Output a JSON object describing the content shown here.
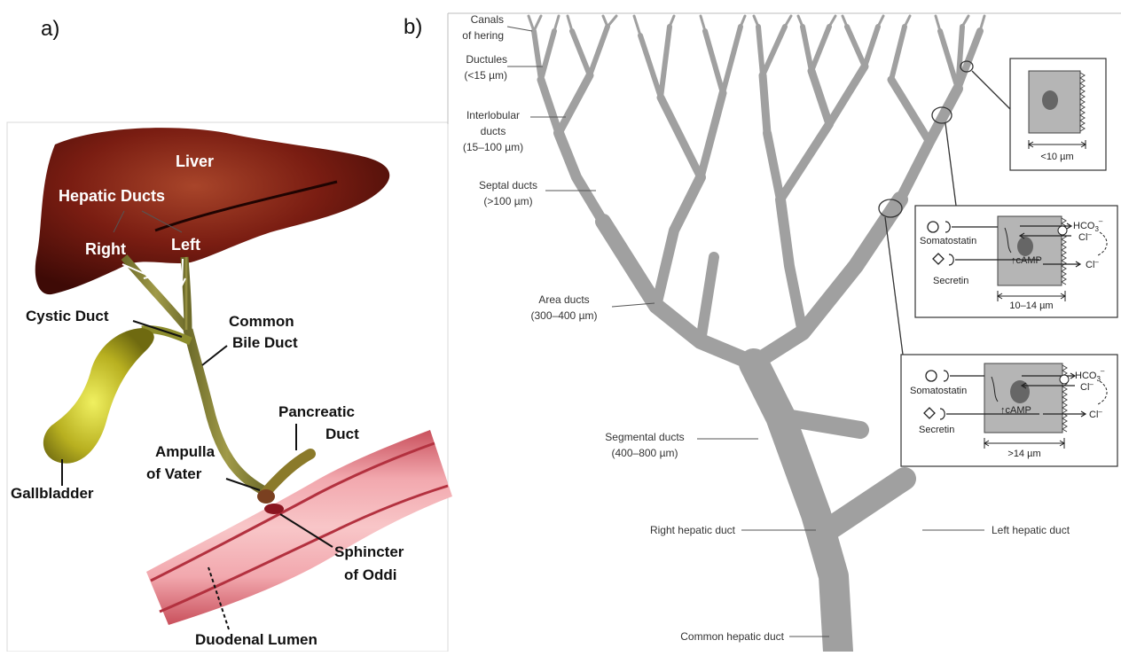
{
  "panel_a": {
    "letter": "a)",
    "liver": "Liver",
    "hepatic_ducts": "Hepatic Ducts",
    "right": "Right",
    "left": "Left",
    "cystic_duct": "Cystic Duct",
    "common_bile_duct": [
      "Common",
      "Bile Duct"
    ],
    "pancreatic_duct": [
      "Pancreatic",
      "Duct"
    ],
    "ampulla": [
      "Ampulla",
      "of Vater"
    ],
    "gallbladder": "Gallbladder",
    "sphincter": [
      "Sphincter",
      "of Oddi"
    ],
    "duodenal_lumen": "Duodenal Lumen"
  },
  "panel_b": {
    "letter": "b)",
    "canals": [
      "Canals",
      "of hering"
    ],
    "ductules": [
      "Ductules",
      "(<15 µm)"
    ],
    "interlobular": [
      "Interlobular",
      "ducts",
      "(15–100 µm)"
    ],
    "septal": [
      "Septal ducts",
      "(>100 µm)"
    ],
    "area": [
      "Area ducts",
      "(300–400 µm)"
    ],
    "segmental": [
      "Segmental ducts",
      "(400–800 µm)"
    ],
    "right_hepatic": "Right hepatic duct",
    "left_hepatic": "Left hepatic duct",
    "common_hepatic": "Common hepatic duct",
    "insets": [
      {
        "size": "<10 µm"
      },
      {
        "somatostatin": "Somatostatin",
        "secretin": "Secretin",
        "hco3": "HCO",
        "hco3_sub": "3",
        "hco3_sup": "–",
        "cl": "Cl",
        "cl_sup": "–",
        "camp": "↑cAMP",
        "size": "10–14 µm"
      },
      {
        "somatostatin": "Somatostatin",
        "secretin": "Secretin",
        "hco3": "HCO",
        "hco3_sub": "3",
        "hco3_sup": "–",
        "cl": "Cl",
        "cl_sup": "–",
        "camp": "↑cAMP",
        "size": ">14 µm"
      }
    ]
  },
  "colors": {
    "liver": "#7a1d12",
    "duct": "#8a8a3a",
    "gallbladder": "#b8b020",
    "duodenum": "#e58b95",
    "tree": "#a0a0a0",
    "cell": "#b5b5b5",
    "nucleus": "#666666"
  }
}
